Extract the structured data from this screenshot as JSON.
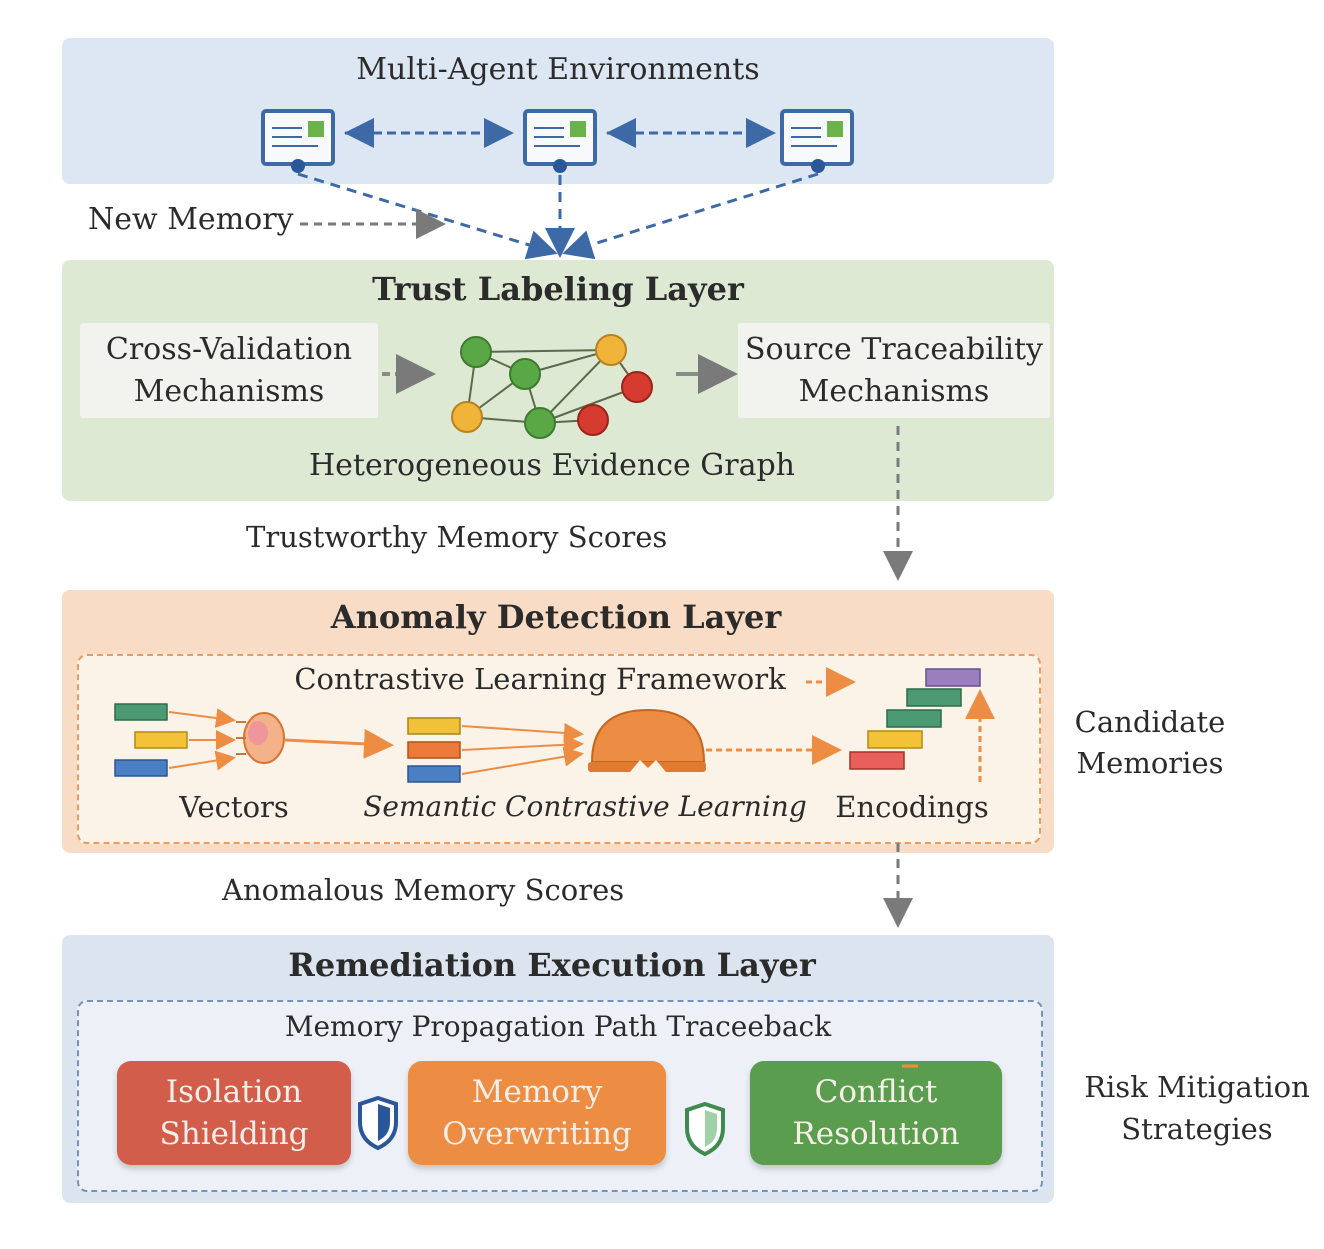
{
  "environments": {
    "title": "Multi-Agent Environments",
    "new_memory": "New Memory"
  },
  "trust": {
    "title": "Trust Labeling Layer",
    "cross_validation": [
      "Cross-Validation",
      "Mechanisms"
    ],
    "source_traceability": [
      "Source Traceability",
      "Mechanisms"
    ],
    "graph_label": "Heterogeneous Evidence Graph",
    "output": "Trustworthy Memory Scores"
  },
  "anomaly": {
    "title": "Anomaly Detection Layer",
    "framework": "Contrastive Learning Framework",
    "vectors": "Vectors",
    "semantic": "Semantic Contrastive Learning",
    "encodings": "Encodings",
    "candidate": [
      "Candidate",
      "Memories"
    ],
    "output": "Anomalous Memory Scores"
  },
  "remediation": {
    "title": "Remediation Execution Layer",
    "traceback": "Memory Propagation Path Traceeback",
    "isolation": [
      "Isolation",
      "Shielding"
    ],
    "overwriting": [
      "Memory",
      "Overwriting"
    ],
    "conflict": [
      "Conflict",
      "Resolution"
    ],
    "risk": [
      "Risk Mitigation",
      "Strategies"
    ]
  },
  "colors": {
    "env_bg": "#dce7f3",
    "trust_bg": "#dde9d3",
    "anomaly_bg": "#f8dcc6",
    "remed_bg": "#dbe4ef",
    "node_green": "#5aa845",
    "node_yellow": "#f0b43a",
    "node_red": "#d63b2f",
    "accent_orange": "#ec8d43"
  }
}
